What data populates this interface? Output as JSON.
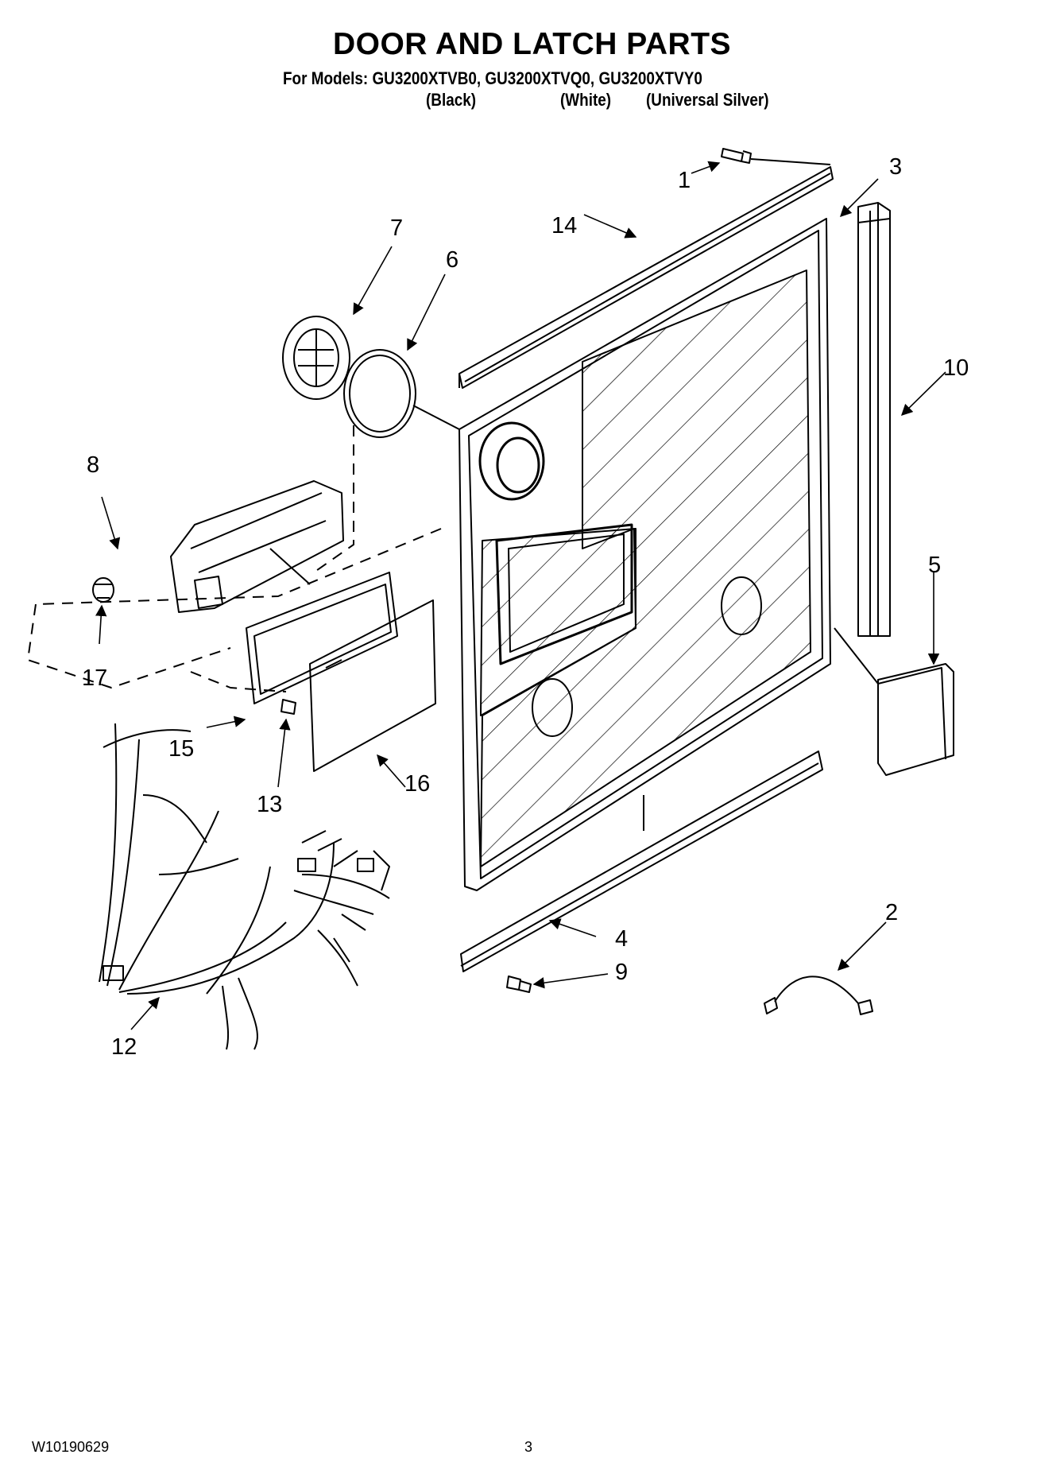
{
  "header": {
    "title": "DOOR AND LATCH PARTS",
    "models_line": "For Models: GU3200XTVB0, GU3200XTVQ0, GU3200XTVY0",
    "colors": [
      "(Black)",
      "(White)",
      "(Universal Silver)"
    ]
  },
  "callouts": {
    "c1": "1",
    "c2": "2",
    "c3": "3",
    "c4": "4",
    "c5": "5",
    "c6": "6",
    "c7": "7",
    "c8": "8",
    "c9": "9",
    "c10": "10",
    "c12": "12",
    "c13": "13",
    "c14": "14",
    "c15": "15",
    "c16": "16",
    "c17": "17"
  },
  "footer": {
    "doc_number": "W10190629",
    "page_number": "3"
  }
}
